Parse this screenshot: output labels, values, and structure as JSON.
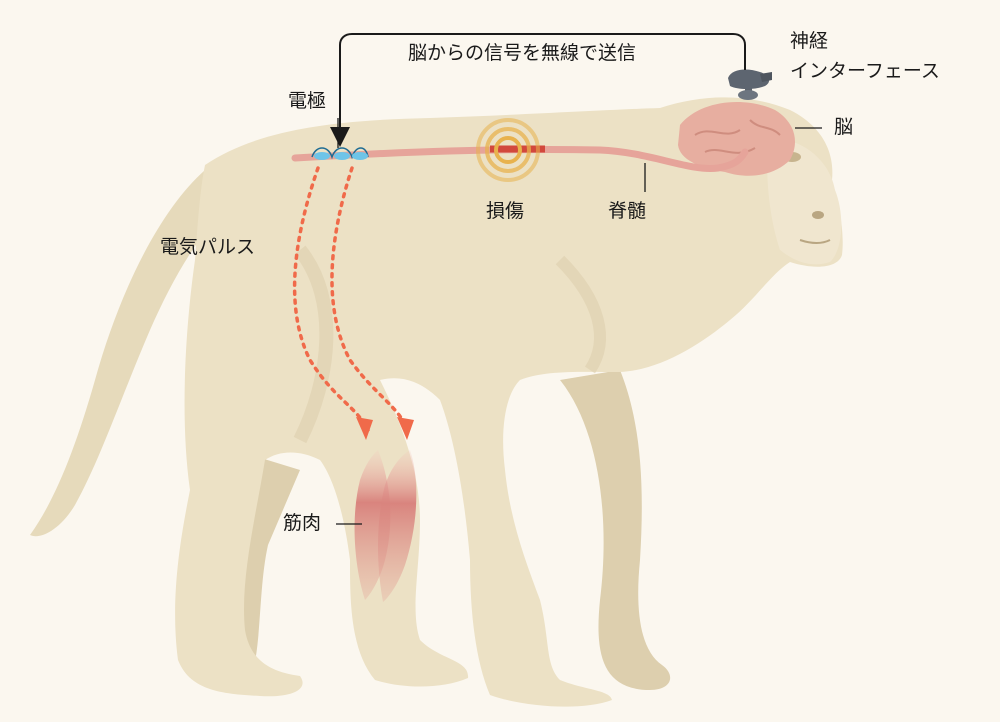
{
  "labels": {
    "wireless": "脳からの信号を無線で送信",
    "interface_line1": "神経",
    "interface_line2": "インターフェース",
    "brain": "脳",
    "electrode": "電極",
    "injury": "損傷",
    "spinal_cord": "脊髄",
    "pulse": "電気パルス",
    "muscle": "筋肉"
  },
  "colors": {
    "background": "#fbf7ef",
    "body": "#ece1c5",
    "body_shade": "#ddcfae",
    "spinal_cord": "#e6a49a",
    "brain": "#e7aea0",
    "injury": "#e8b24d",
    "pulse": "#f06a4a",
    "muscle": "#d9847e",
    "electrode": "#6ec4e8",
    "device": "#6d7580"
  },
  "icons": [
    "neural-interface-device-icon",
    "electrode-icon",
    "injury-target-icon",
    "pulse-arrow-icon"
  ]
}
